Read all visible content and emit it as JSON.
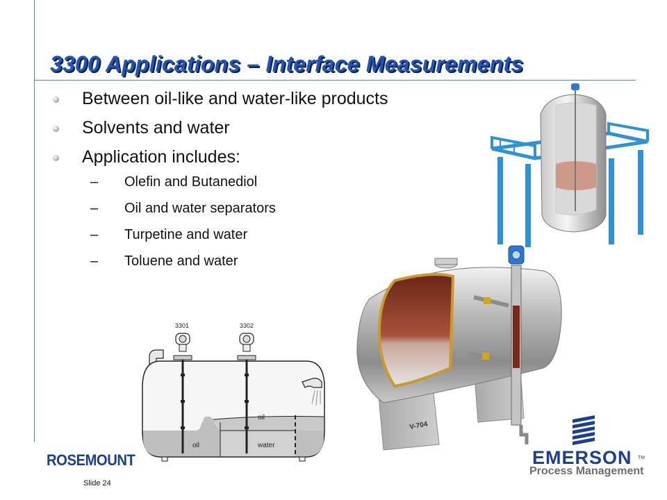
{
  "slide": {
    "title": "3300 Applications – Interface Measurements",
    "bullets": [
      "Between oil-like and water-like products",
      "Solvents and water",
      "Application includes:"
    ],
    "sub_bullets": [
      "Olefin and Butanediol",
      "Oil and water separators",
      "Turpetine and water",
      "Toluene and water"
    ],
    "slide_number": "Slide 24"
  },
  "diagram": {
    "transmitter_1": "3301",
    "transmitter_2": "3302",
    "layer_oil_upper": "oil",
    "layer_oil_lower": "oil",
    "layer_water": "water"
  },
  "vessel": {
    "tag": "V-704"
  },
  "branding": {
    "left_logo": "ROSEMOUNT",
    "right_logo": "EMERSON",
    "right_logo_sub": "Process Management",
    "right_logo_tm": "TM"
  },
  "colors": {
    "title": "#2255b3",
    "rule_lines": "#4d83c7",
    "brand_blue": "#1c3f8f",
    "platform_blue": "#2e93d6"
  }
}
